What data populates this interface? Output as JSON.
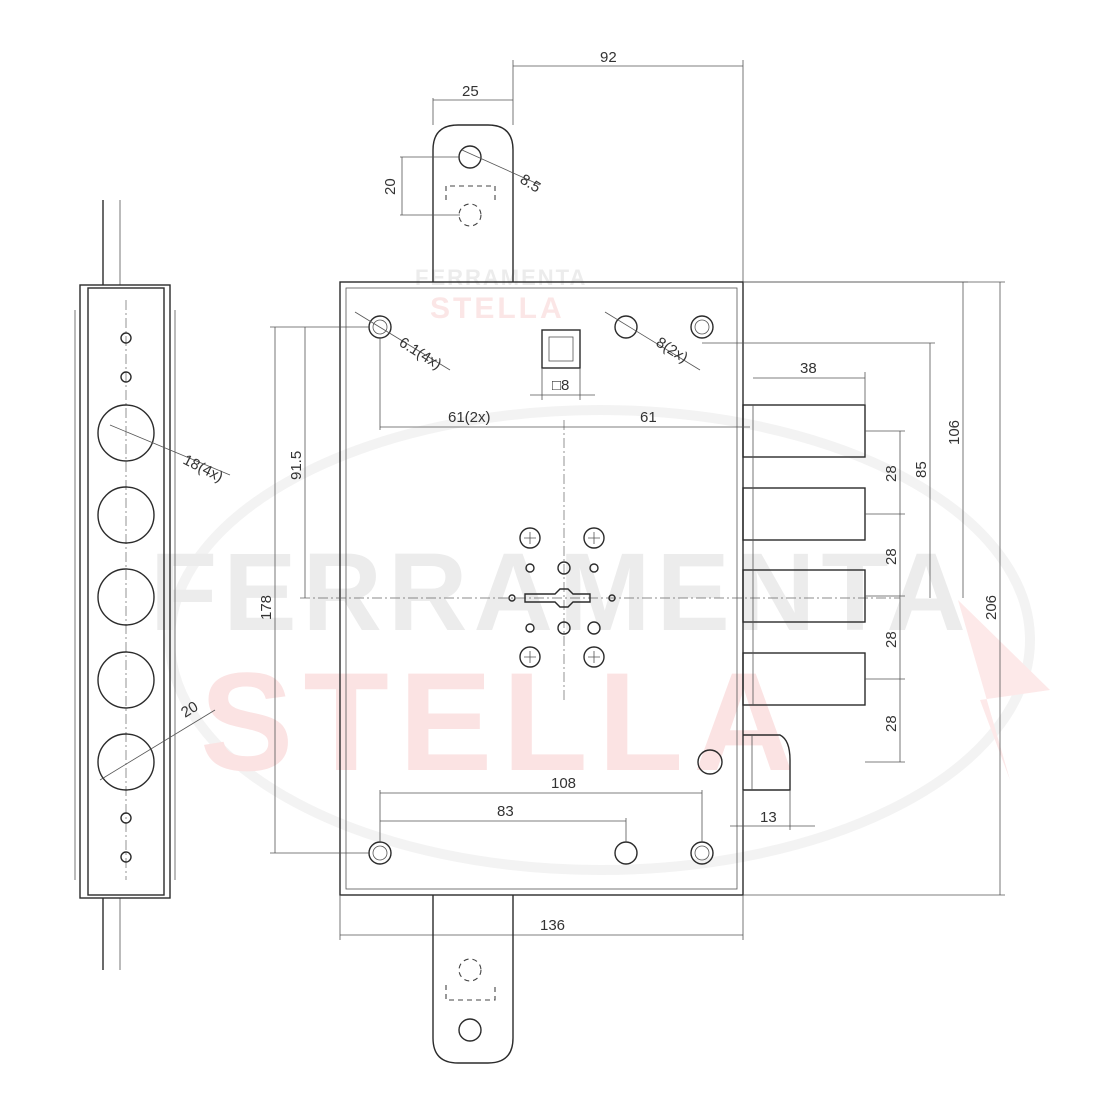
{
  "watermark": {
    "line1": "FERRAMENTA",
    "line2": "STELLA",
    "accent_color": "#e53935"
  },
  "dimensions": {
    "overall_height_with_strikes": "92",
    "strike_plate_width": "25",
    "strike_hole_pitch": "20",
    "strike_hole_diameter": "8.5",
    "fixing_holes_top": "6.1(4x)",
    "fixing_holes_extra": "8(2x)",
    "spindle_square": "□8",
    "hole_pitch_left": "61(2x)",
    "hole_pitch_right": "61",
    "bolt_projection": "38",
    "bolt_pitch": [
      "28",
      "28",
      "28",
      "28"
    ],
    "bolt_center_offset": "85",
    "case_top_to_bolt": "106",
    "case_height": "206",
    "backset_height": "91.5",
    "fixing_pitch_vertical": "178",
    "bottom_holes_wide": "108",
    "bottom_holes_narrow": "83",
    "latch_width": "13",
    "case_width": "136",
    "faceplate_holes": "18(4x)",
    "faceplate_offset": "20"
  }
}
